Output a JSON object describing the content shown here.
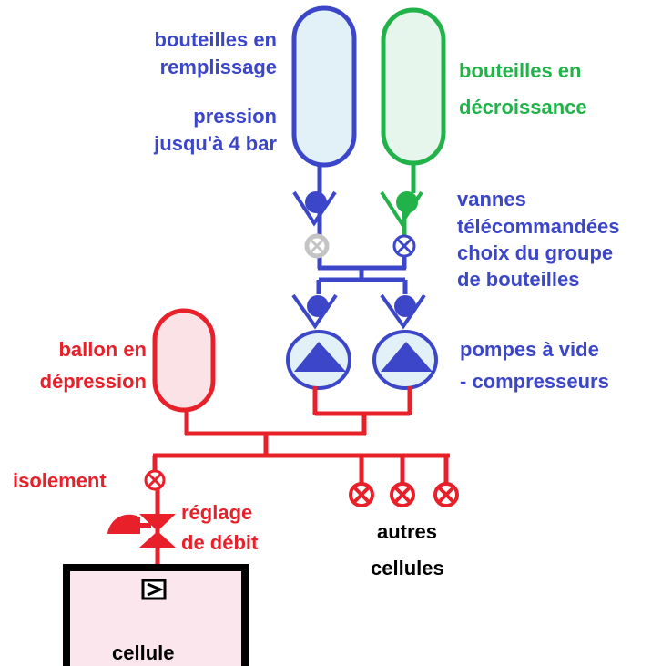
{
  "colors": {
    "blue": "#3b46c8",
    "green": "#22b24a",
    "red": "#e8202a",
    "gray": "#c4c4c4",
    "black": "#000000",
    "tank_blue_fill": "#e2f1f8",
    "tank_green_fill": "#e6f6ec",
    "tank_red_fill": "#fbe2e7",
    "cell_fill": "#fbe6ee"
  },
  "labels": {
    "bottles_filling_1": "bouteilles en",
    "bottles_filling_2": "remplissage",
    "pressure_1": "pression",
    "pressure_2": "jusqu'à 4 bar",
    "bottles_decrease_1": "bouteilles en",
    "bottles_decrease_2": "décroissance",
    "valves_1": "vannes",
    "valves_2": "télécommandées",
    "valves_3": "choix du groupe",
    "valves_4": "de bouteilles",
    "pumps_1": "pompes à vide",
    "pumps_2": "- compresseurs",
    "vacuum_tank_1": "ballon en",
    "vacuum_tank_2": "dépression",
    "isolation": "isolement",
    "flow_1": "réglage",
    "flow_2": "de débit",
    "other_cells_1": "autres",
    "other_cells_2": "cellules",
    "cell": "cellule"
  },
  "icons": {
    "valve": "valve-cross-icon",
    "pump": "pump-triangle-icon",
    "check_valve": "check-valve-icon",
    "flow_valve": "flow-regulating-valve-icon",
    "inlet": "inlet-icon"
  }
}
